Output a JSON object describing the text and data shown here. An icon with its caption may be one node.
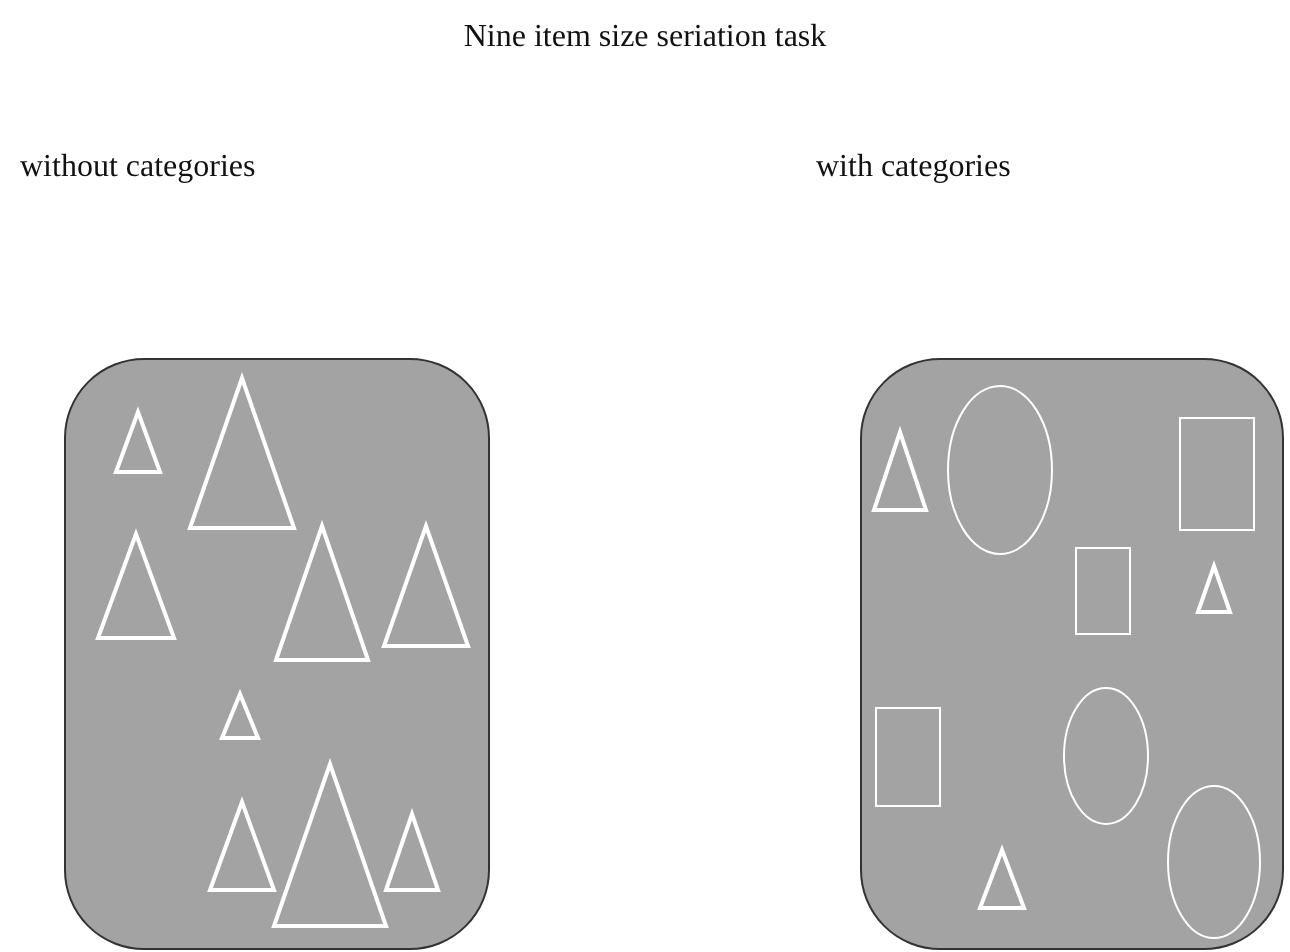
{
  "diagram": {
    "title": "Nine item size seriation task",
    "labels": [
      "without categories",
      "with categories"
    ]
  }
}
